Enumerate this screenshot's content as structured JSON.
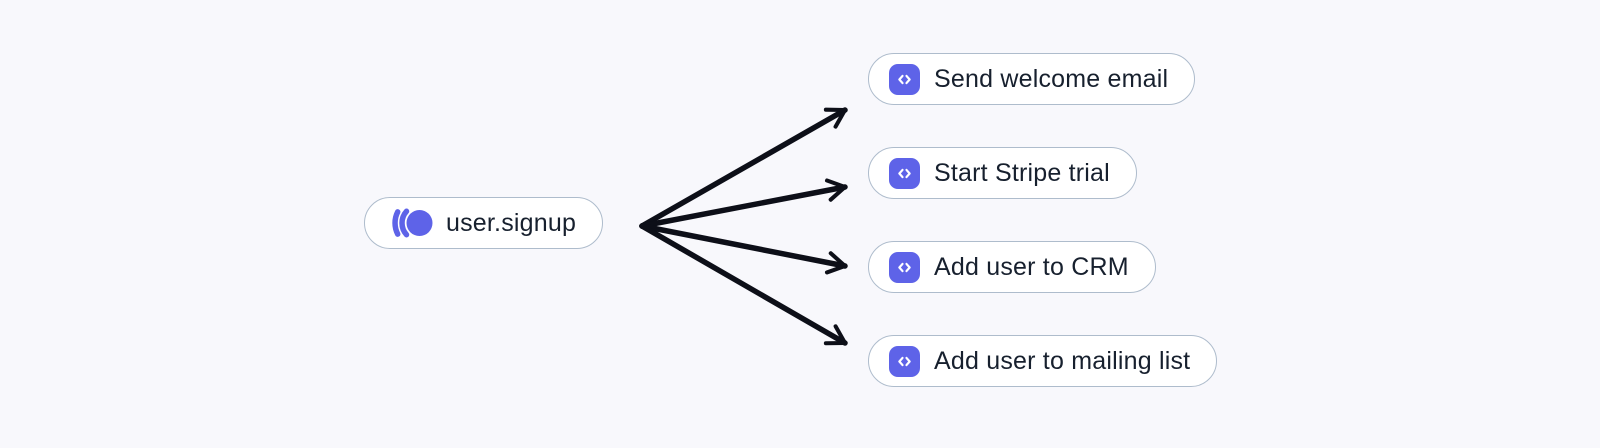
{
  "diagram": {
    "background_color": "#f8f8fc",
    "node_border_color": "#aebccc",
    "node_fill_color": "#ffffff",
    "node_text_color": "#17202e",
    "accent_color": "#5e63e8",
    "arrow_color": "#0d0f18",
    "source_node": {
      "label": "user.signup",
      "icon": "event-ripple-icon"
    },
    "target_nodes": [
      {
        "label": "Send welcome email",
        "icon": "code-icon"
      },
      {
        "label": "Start Stripe trial",
        "icon": "code-icon"
      },
      {
        "label": "Add user to CRM",
        "icon": "code-icon"
      },
      {
        "label": "Add user to mailing list",
        "icon": "code-icon"
      }
    ]
  }
}
